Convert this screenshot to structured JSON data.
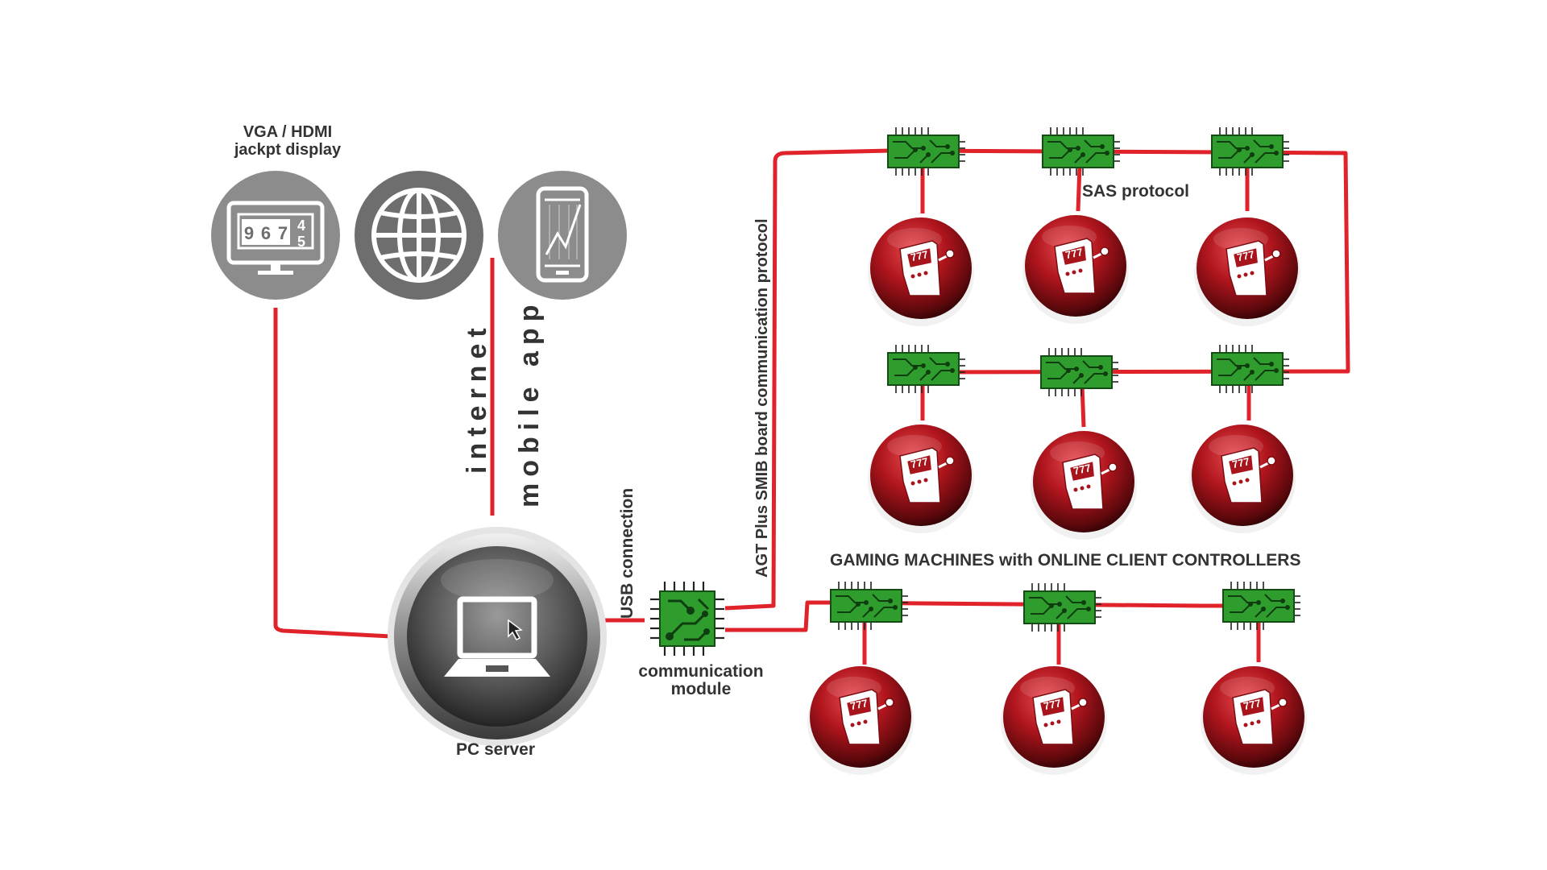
{
  "labels": {
    "display_line1": "VGA / HDMI",
    "display_line2": "jackpt display",
    "counter_digits": [
      "9",
      "6",
      "7"
    ],
    "counter_roll": [
      "4",
      "5"
    ],
    "internet": "internet",
    "mobile_app": "mobile app",
    "usb": "USB connection",
    "agt": "AGT Plus SMIB board communication protocol",
    "sas": "SAS protocol",
    "gaming": "GAMING MACHINES with ONLINE CLIENT CONTROLLERS",
    "module_line1": "communication",
    "module_line2": "module",
    "pc_server": "PC server",
    "machine_reel": "777"
  },
  "icons": {
    "display": "jackpot-display-icon",
    "internet": "globe-icon",
    "mobile": "smartphone-chart-icon",
    "server": "laptop-icon",
    "module": "chip-icon",
    "controller": "circuit-board-icon",
    "machine": "slot-machine-icon"
  },
  "colors": {
    "wire": "#e0232b",
    "board": "#2e9d2e",
    "machine_red": "#a8141c",
    "icon_gray": "#8c8c8c",
    "dark_gray": "#6e6e6e",
    "text": "#333333"
  }
}
